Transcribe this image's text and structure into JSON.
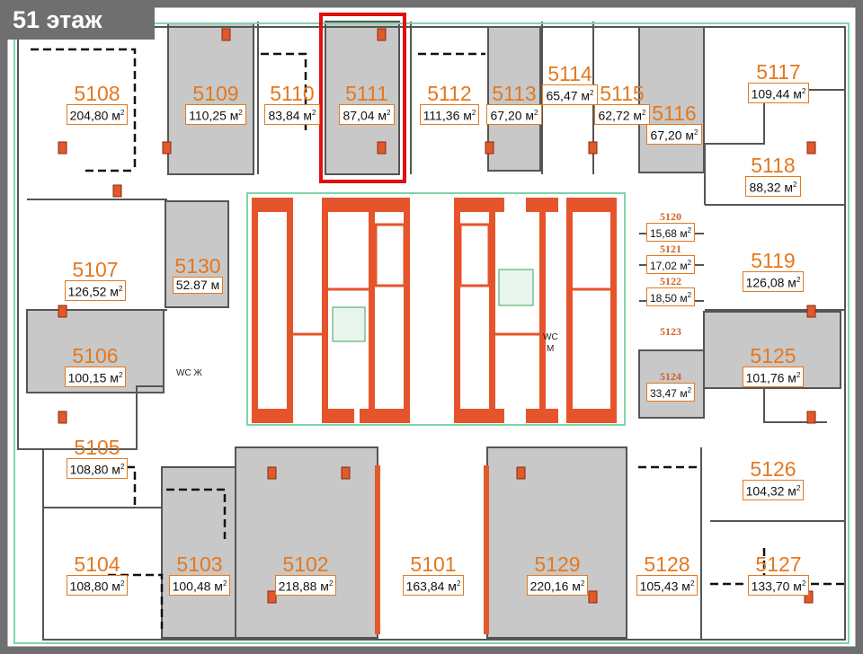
{
  "floor_label": "51 этаж",
  "area_unit": "м",
  "highlighted_unit": "5111",
  "colors": {
    "frame": "#6f6f6f",
    "outer_wall": "#7fd6a8",
    "leased_fill": "#c8c8c8",
    "core_red": "#e6542c",
    "label_orange": "#e4781e",
    "highlight": "#e01010"
  },
  "units": [
    {
      "id": "5108",
      "area": "204,80"
    },
    {
      "id": "5109",
      "area": "110,25"
    },
    {
      "id": "5110",
      "area": "83,84"
    },
    {
      "id": "5111",
      "area": "87,04"
    },
    {
      "id": "5112",
      "area": "111,36"
    },
    {
      "id": "5113",
      "area": "67,20"
    },
    {
      "id": "5114",
      "area": "65,47"
    },
    {
      "id": "5115",
      "area": "62,72"
    },
    {
      "id": "5116",
      "area": "67,20"
    },
    {
      "id": "5117",
      "area": "109,44"
    },
    {
      "id": "5118",
      "area": "88,32"
    },
    {
      "id": "5120",
      "area": "15,68"
    },
    {
      "id": "5121",
      "area": "17,02"
    },
    {
      "id": "5122",
      "area": "18,50"
    },
    {
      "id": "5119",
      "area": "126,08"
    },
    {
      "id": "5123",
      "area": ""
    },
    {
      "id": "5124",
      "area": "33,47"
    },
    {
      "id": "5125",
      "area": "101,76"
    },
    {
      "id": "5107",
      "area": "126,52"
    },
    {
      "id": "5130",
      "area": "52.87"
    },
    {
      "id": "5106",
      "area": "100,15"
    },
    {
      "id": "5105",
      "area": "108,80"
    },
    {
      "id": "5126",
      "area": "104,32"
    },
    {
      "id": "5104",
      "area": "108,80"
    },
    {
      "id": "5103",
      "area": "100,48"
    },
    {
      "id": "5102",
      "area": "218,88"
    },
    {
      "id": "5101",
      "area": "163,84"
    },
    {
      "id": "5129",
      "area": "220,16"
    },
    {
      "id": "5128",
      "area": "105,43"
    },
    {
      "id": "5127",
      "area": "133,70"
    }
  ],
  "wc_labels": [
    "WC Ж",
    "WC",
    "М"
  ]
}
